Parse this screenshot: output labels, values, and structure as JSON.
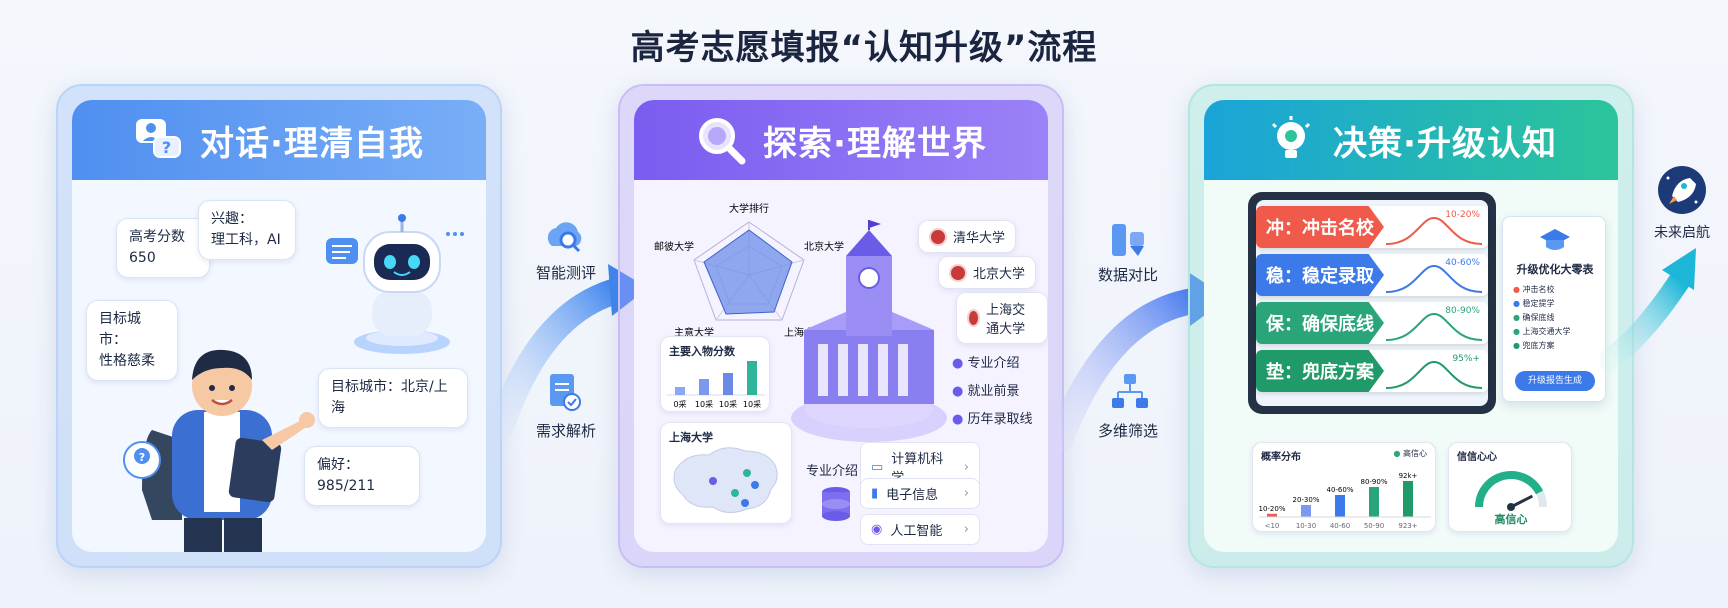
{
  "title": "高考志愿填报“认知升级”流程",
  "panels": [
    {
      "title": "对话·理清自我"
    },
    {
      "title": "探索·理解世界"
    },
    {
      "title": "决策·升级认知"
    }
  ],
  "dialogue": {
    "bubbles": [
      "高考分数\n650",
      "兴趣：\n理工科，AI",
      "目标城市：\n性格慈柔",
      "目标城市：北京/上海",
      "偏好：985/211"
    ]
  },
  "connectors": {
    "a": [
      "智能测评",
      "需求解析"
    ],
    "b": [
      "数据对比",
      "多维筛选"
    ]
  },
  "explore": {
    "radar_labels": [
      "大学排行",
      "北京大学",
      "上海大学",
      "主意大学",
      "邮彼大学"
    ],
    "universities": [
      "清华大学",
      "北京大学",
      "上海交通大学"
    ],
    "aspects": [
      "专业介绍",
      "就业前景",
      "历年录取线"
    ],
    "score_chart_title": "主要入物分数",
    "score_ticks": [
      "0采",
      "10采",
      "10采",
      "10采"
    ],
    "map_title": "上海大学",
    "majors_label": "专业介绍",
    "majors": [
      "计算机科学",
      "电子信息",
      "人工智能"
    ]
  },
  "decision": {
    "strategies": [
      {
        "label": "冲：冲击名校",
        "range": "10-20%",
        "color": "#ef5a4a"
      },
      {
        "label": "稳：稳定录取",
        "range": "40-60%",
        "color": "#3b7ae8"
      },
      {
        "label": "保：确保底线",
        "range": "80-90%",
        "color": "#2aa57a"
      },
      {
        "label": "垫：兜底方案",
        "range": "95%+",
        "color": "#1f9a68"
      }
    ],
    "report_title": "升级优化大零表",
    "report_items": [
      "冲击名校",
      "稳定提学",
      "确保底线",
      "上海交通大学",
      "兜底方案"
    ],
    "report_button": "升级报告生成",
    "prob_title": "概率分布",
    "prob_legend": "高信心",
    "prob_bars": [
      {
        "label": "10-20%",
        "tick": "<10",
        "value": 0.08
      },
      {
        "label": "20-30%",
        "tick": "10-30",
        "value": 0.3
      },
      {
        "label": "40-60%",
        "tick": "40-60",
        "value": 0.55
      },
      {
        "label": "80-90%",
        "tick": "50-90",
        "value": 0.75
      },
      {
        "label": "92k+",
        "tick": "923+",
        "value": 0.9
      }
    ],
    "confidence_title": "信信心心",
    "confidence_label": "高信心",
    "confidence_value": 0.85
  },
  "future": {
    "label": "未来启航"
  }
}
